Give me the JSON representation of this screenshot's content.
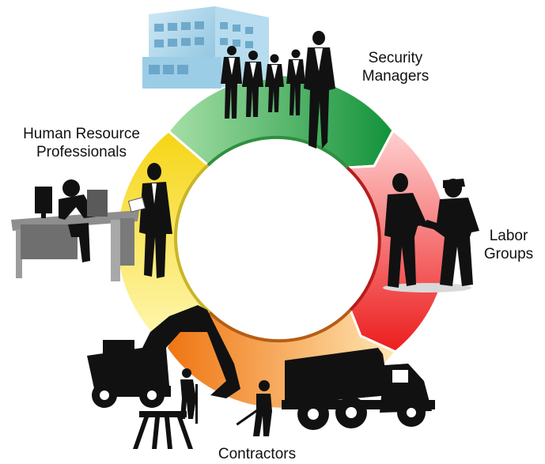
{
  "segments": [
    {
      "label_lines": [
        "Security",
        "Managers"
      ],
      "color_from": "#9fdc9f",
      "color_to": "#16943a",
      "icon": "security-guards-icon"
    },
    {
      "label_lines": [
        "Labor",
        "Groups"
      ],
      "color_from": "#ffc9c9",
      "color_to": "#ee1f1f",
      "icon": "handshake-workers-icon"
    },
    {
      "label_lines": [
        "Contractors"
      ],
      "color_from": "#ffe1a6",
      "color_to": "#f07a10",
      "icon": "construction-equipment-icon"
    },
    {
      "label_lines": [
        "Human Resource",
        "Professionals"
      ],
      "color_from": "#fff6a0",
      "color_to": "#f7d916",
      "icon": "office-professionals-icon"
    }
  ],
  "colors": {
    "inner_ring": [
      "#2f8f3f",
      "#b71c1c",
      "#b75d15",
      "#c9b52a"
    ],
    "silhouette": "#111111"
  }
}
